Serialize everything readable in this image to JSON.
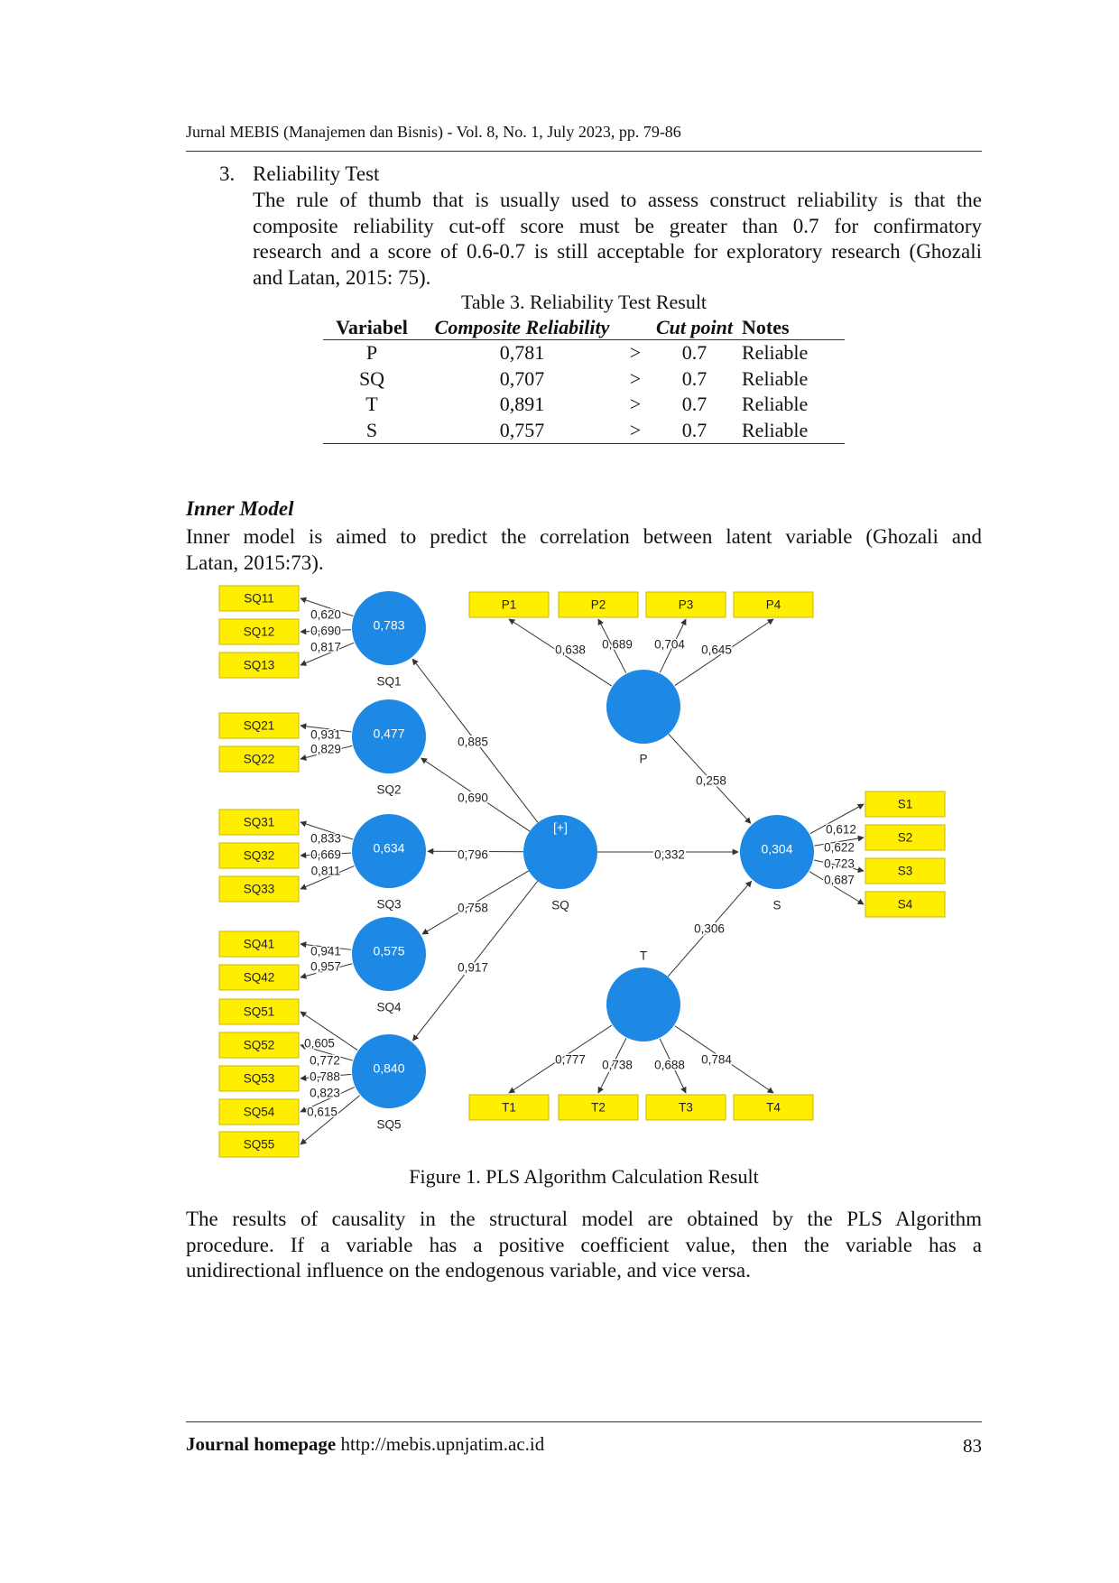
{
  "header": {
    "journal": "Jurnal MEBIS (Manajemen dan Bisnis) - Vol. 8, No. 1, July 2023, pp. 79-86"
  },
  "section3": {
    "number": "3.",
    "title": "Reliability Test",
    "lines": [
      "The rule of thumb that is usually used to assess construct reliability is that the",
      "composite reliability cut-off score must be greater than 0.7 for confirmatory",
      "research and a score of 0.6-0.7 is still acceptable for exploratory research (Ghozali",
      "and Latan, 2015: 75)."
    ]
  },
  "table3": {
    "caption": "Table 3. Reliability Test Result",
    "headers": [
      "Variabel",
      "Composite Reliability",
      "",
      "Cut point",
      "Notes"
    ],
    "rows": [
      [
        "P",
        "0,781",
        ">",
        "0.7",
        "Reliable"
      ],
      [
        "SQ",
        "0,707",
        ">",
        "0.7",
        "Reliable"
      ],
      [
        "T",
        "0,891",
        ">",
        "0.7",
        "Reliable"
      ],
      [
        "S",
        "0,757",
        ">",
        "0.7",
        "Reliable"
      ]
    ]
  },
  "inner_model": {
    "heading": "Inner Model",
    "lines": [
      "Inner model is aimed to predict the correlation between latent variable (Ghozali and",
      "Latan, 2015:73)."
    ]
  },
  "figure": {
    "caption": "Figure 1. PLS Algorithm Calculation Result",
    "colors": {
      "construct": "#1e88e5",
      "indicator_fill": "#ffee00",
      "indicator_border": "#c9b800",
      "line": "#333333"
    },
    "constructs": [
      {
        "id": "SQ1",
        "label": "SQ1",
        "value": "0,783"
      },
      {
        "id": "SQ2",
        "label": "SQ2",
        "value": "0,477"
      },
      {
        "id": "SQ3",
        "label": "SQ3",
        "value": "0,634"
      },
      {
        "id": "SQ4",
        "label": "SQ4",
        "value": "0,575"
      },
      {
        "id": "SQ5",
        "label": "SQ5",
        "value": "0,840"
      },
      {
        "id": "SQ",
        "label": "SQ",
        "value": "[+]"
      },
      {
        "id": "P",
        "label": "P",
        "value": ""
      },
      {
        "id": "T",
        "label": "T",
        "value": ""
      },
      {
        "id": "S",
        "label": "S",
        "value": "0,304"
      }
    ],
    "indicators": [
      "SQ11",
      "SQ12",
      "SQ13",
      "SQ21",
      "SQ22",
      "SQ31",
      "SQ32",
      "SQ33",
      "SQ41",
      "SQ42",
      "SQ51",
      "SQ52",
      "SQ53",
      "SQ54",
      "SQ55",
      "P1",
      "P2",
      "P3",
      "P4",
      "T1",
      "T2",
      "T3",
      "T4",
      "S1",
      "S2",
      "S3",
      "S4"
    ],
    "outer_loadings": [
      {
        "from": "SQ1",
        "to": "SQ11",
        "value": "0,620"
      },
      {
        "from": "SQ1",
        "to": "SQ12",
        "value": "0,690"
      },
      {
        "from": "SQ1",
        "to": "SQ13",
        "value": "0,817"
      },
      {
        "from": "SQ2",
        "to": "SQ21",
        "value": "0,931"
      },
      {
        "from": "SQ2",
        "to": "SQ22",
        "value": "0,829"
      },
      {
        "from": "SQ3",
        "to": "SQ31",
        "value": "0,833"
      },
      {
        "from": "SQ3",
        "to": "SQ32",
        "value": "0,669"
      },
      {
        "from": "SQ3",
        "to": "SQ33",
        "value": "0,811"
      },
      {
        "from": "SQ4",
        "to": "SQ41",
        "value": "0,941"
      },
      {
        "from": "SQ4",
        "to": "SQ42",
        "value": "0,957"
      },
      {
        "from": "SQ5",
        "to": "SQ51",
        "value": "0,605"
      },
      {
        "from": "SQ5",
        "to": "SQ52",
        "value": "0,772"
      },
      {
        "from": "SQ5",
        "to": "SQ53",
        "value": "0,788"
      },
      {
        "from": "SQ5",
        "to": "SQ54",
        "value": "0,823"
      },
      {
        "from": "SQ5",
        "to": "SQ55",
        "value": "0,615"
      },
      {
        "from": "P",
        "to": "P1",
        "value": "0,638"
      },
      {
        "from": "P",
        "to": "P2",
        "value": "0,689"
      },
      {
        "from": "P",
        "to": "P3",
        "value": "0,704"
      },
      {
        "from": "P",
        "to": "P4",
        "value": "0,645"
      },
      {
        "from": "T",
        "to": "T1",
        "value": "0,777"
      },
      {
        "from": "T",
        "to": "T2",
        "value": "0,738"
      },
      {
        "from": "T",
        "to": "T3",
        "value": "0,688"
      },
      {
        "from": "T",
        "to": "T4",
        "value": "0,784"
      },
      {
        "from": "S",
        "to": "S1",
        "value": "0,612"
      },
      {
        "from": "S",
        "to": "S2",
        "value": "0,622"
      },
      {
        "from": "S",
        "to": "S3",
        "value": "0,723"
      },
      {
        "from": "S",
        "to": "S4",
        "value": "0,687"
      }
    ],
    "paths": [
      {
        "from": "SQ",
        "to": "SQ1",
        "value": "0,885"
      },
      {
        "from": "SQ",
        "to": "SQ2",
        "value": "0,690"
      },
      {
        "from": "SQ",
        "to": "SQ3",
        "value": "0,796"
      },
      {
        "from": "SQ",
        "to": "SQ4",
        "value": "0,758"
      },
      {
        "from": "SQ",
        "to": "SQ5",
        "value": "0,917"
      },
      {
        "from": "SQ",
        "to": "S",
        "value": "0,332"
      },
      {
        "from": "P",
        "to": "S",
        "value": "0,258"
      },
      {
        "from": "T",
        "to": "S",
        "value": "0,306"
      }
    ]
  },
  "closing": {
    "lines": [
      "The results of causality in the structural model are obtained by the PLS Algorithm",
      "procedure. If a variable has a positive coefficient value, then the variable has a",
      "unidirectional influence on the endogenous variable, and vice versa."
    ]
  },
  "footer": {
    "label": "Journal homepage",
    "url": "http://mebis.upnjatim.ac.id",
    "page": "83"
  }
}
